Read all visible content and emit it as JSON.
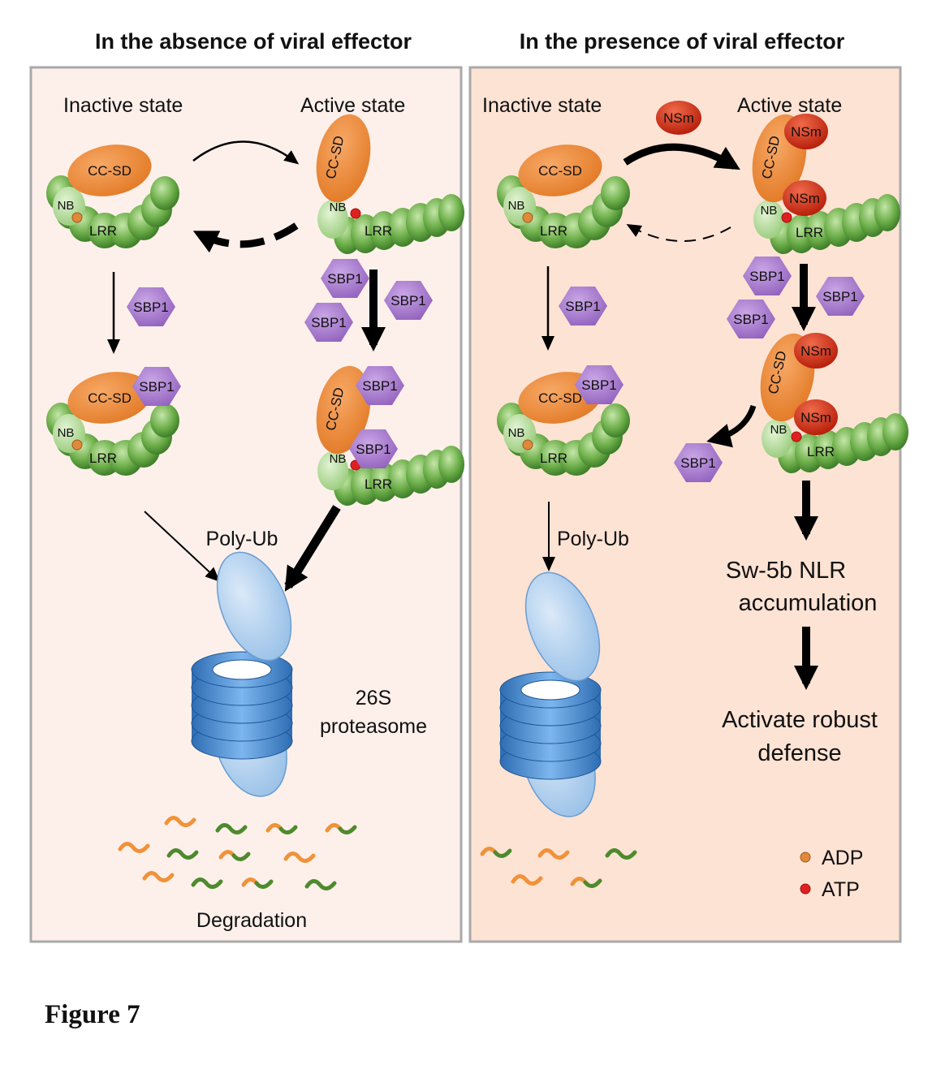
{
  "titles": {
    "left": "In the absence of viral effector",
    "right": "In the presence of viral effector"
  },
  "states": {
    "inactive": "Inactive state",
    "active": "Active state"
  },
  "domains": {
    "cc_sd": "CC-SD",
    "nb": "NB",
    "lrr": "LRR",
    "sbp1": "SBP1",
    "nsm": "NSm"
  },
  "labels": {
    "poly_ub": "Poly-Ub",
    "proteasome_line1": "26S",
    "proteasome_line2": "proteasome",
    "degradation": "Degradation",
    "accum_line1": "Sw-5b NLR",
    "accum_line2": "accumulation",
    "defense_line1": "Activate robust",
    "defense_line2": "defense"
  },
  "legend": {
    "adp": "ADP",
    "atp": "ATP"
  },
  "figure_label": "Figure 7",
  "colors": {
    "panel_left": "#fdf0ea",
    "panel_right": "#fde3d4",
    "cc_sd": "#f08a3c",
    "lrr": "#6fb04c",
    "sbp1": "#a377c9",
    "nsm": "#d4341a",
    "proteasome": "#4d8fd4",
    "adp": "#e0893a",
    "atp": "#e02020"
  }
}
